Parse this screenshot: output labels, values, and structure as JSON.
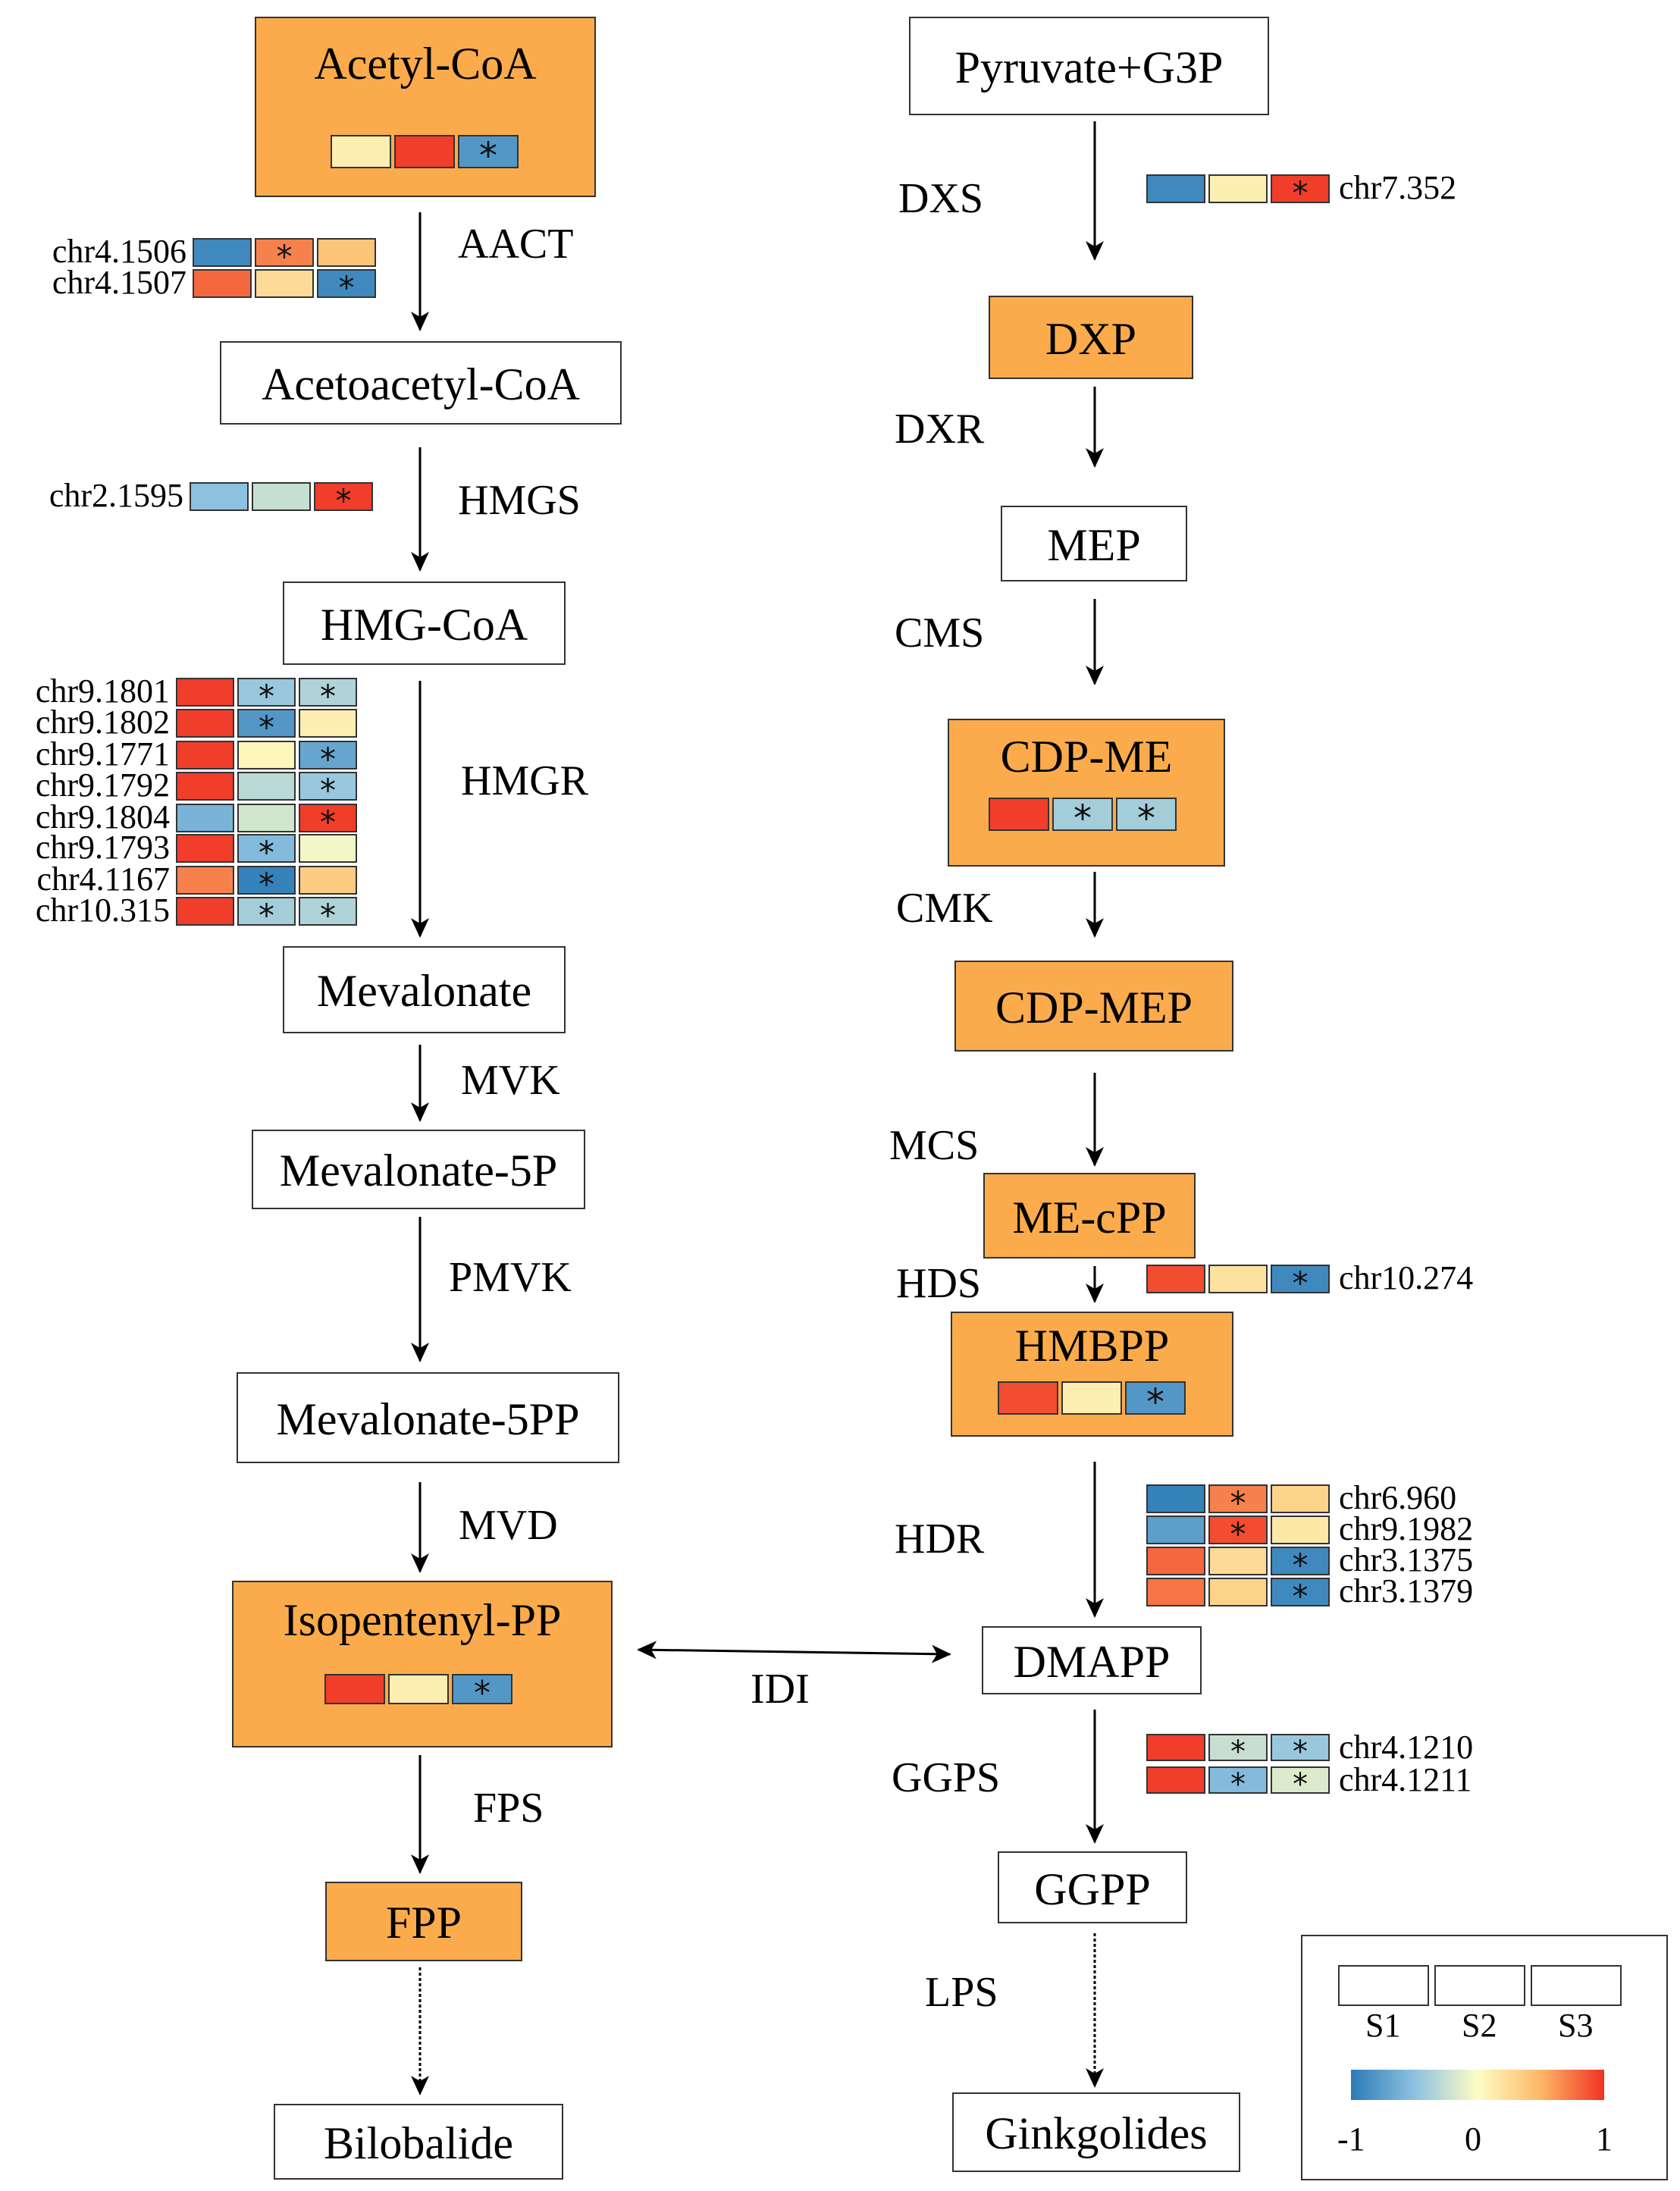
{
  "colors": {
    "highlight_box": "#fbab4b",
    "scale": {
      "-1": "#2c7bb6",
      "-0.5": "#8ec1e0",
      "0": "#fdfdc4",
      "0.5": "#fdb766",
      "1": "#ef3124"
    }
  },
  "nodes": {
    "acetyl_coa": "Acetyl-CoA",
    "acetoacetyl_coa": "Acetoacetyl-CoA",
    "hmg_coa": "HMG-CoA",
    "mevalonate": "Mevalonate",
    "mevalonate_5p": "Mevalonate-5P",
    "mevalonate_5pp": "Mevalonate-5PP",
    "isopentenyl_pp": "Isopentenyl-PP",
    "fpp": "FPP",
    "bilobalide": "Bilobalide",
    "pyruvate_g3p": "Pyruvate+G3P",
    "dxp": "DXP",
    "mep": "MEP",
    "cdp_me": "CDP-ME",
    "cdp_mep": "CDP-MEP",
    "me_cpp": "ME-cPP",
    "hmbpp": "HMBPP",
    "dmapp": "DMAPP",
    "ggpp": "GGPP",
    "ginkgolides": "Ginkgolides"
  },
  "enzymes": {
    "aact": "AACT",
    "hmgs": "HMGS",
    "hmgr": "HMGR",
    "mvk": "MVK",
    "pmvk": "PMVK",
    "mvd": "MVD",
    "fps": "FPS",
    "idi": "IDI",
    "dxs": "DXS",
    "dxr": "DXR",
    "cms": "CMS",
    "cmk": "CMK",
    "mcs": "MCS",
    "hds": "HDS",
    "hdr": "HDR",
    "ggps": "GGPS",
    "lps": "LPS"
  },
  "heatmaps": {
    "acetyl_coa": {
      "label": "",
      "values": [
        0.1,
        0.95,
        -0.8
      ],
      "stars": [
        false,
        false,
        true
      ]
    },
    "cdp_me": {
      "label": "",
      "values": [
        0.95,
        -0.4,
        -0.4
      ],
      "stars": [
        false,
        true,
        true
      ]
    },
    "hmbpp": {
      "label": "",
      "values": [
        0.9,
        0.1,
        -0.8
      ],
      "stars": [
        false,
        false,
        true
      ]
    },
    "ipp": {
      "label": "",
      "values": [
        0.95,
        0.1,
        -0.8
      ],
      "stars": [
        false,
        false,
        true
      ]
    }
  },
  "gene_rows": {
    "aact": [
      {
        "label": "chr4.1506",
        "values": [
          -0.9,
          0.7,
          0.4
        ],
        "stars": [
          false,
          true,
          false
        ]
      },
      {
        "label": "chr4.1507",
        "values": [
          0.8,
          0.25,
          -0.9
        ],
        "stars": [
          false,
          false,
          true
        ]
      }
    ],
    "hmgs": [
      {
        "label": "chr2.1595",
        "values": [
          -0.5,
          -0.25,
          0.95
        ],
        "stars": [
          false,
          false,
          true
        ]
      }
    ],
    "hmgr": [
      {
        "label": "chr9.1801",
        "values": [
          0.95,
          -0.45,
          -0.35
        ],
        "stars": [
          false,
          true,
          true
        ]
      },
      {
        "label": "chr9.1802",
        "values": [
          0.95,
          -0.8,
          0.1
        ],
        "stars": [
          false,
          true,
          false
        ]
      },
      {
        "label": "chr9.1771",
        "values": [
          0.95,
          0.05,
          -0.7
        ],
        "stars": [
          false,
          false,
          true
        ]
      },
      {
        "label": "chr9.1792",
        "values": [
          0.95,
          -0.3,
          -0.45
        ],
        "stars": [
          false,
          false,
          true
        ]
      },
      {
        "label": "chr9.1804",
        "values": [
          -0.6,
          -0.2,
          0.95
        ],
        "stars": [
          false,
          false,
          true
        ]
      },
      {
        "label": "chr9.1793",
        "values": [
          0.95,
          -0.55,
          -0.05
        ],
        "stars": [
          false,
          true,
          false
        ]
      },
      {
        "label": "chr4.1167",
        "values": [
          0.7,
          -0.95,
          0.35
        ],
        "stars": [
          false,
          true,
          false
        ]
      },
      {
        "label": "chr10.315",
        "values": [
          0.95,
          -0.4,
          -0.35
        ],
        "stars": [
          false,
          true,
          true
        ]
      }
    ],
    "dxs": [
      {
        "label": "chr7.352",
        "values": [
          -0.9,
          0.1,
          0.95
        ],
        "stars": [
          false,
          false,
          true
        ]
      }
    ],
    "hds": [
      {
        "label": "chr10.274",
        "values": [
          0.9,
          0.2,
          -0.9
        ],
        "stars": [
          false,
          false,
          true
        ]
      }
    ],
    "hdr": [
      {
        "label": "chr6.960",
        "values": [
          -0.95,
          0.7,
          0.3
        ],
        "stars": [
          false,
          true,
          false
        ]
      },
      {
        "label": "chr9.1982",
        "values": [
          -0.75,
          0.9,
          0.15
        ],
        "stars": [
          false,
          true,
          false
        ]
      },
      {
        "label": "chr3.1375",
        "values": [
          0.8,
          0.25,
          -0.9
        ],
        "stars": [
          false,
          false,
          true
        ]
      },
      {
        "label": "chr3.1379",
        "values": [
          0.75,
          0.3,
          -0.9
        ],
        "stars": [
          false,
          false,
          true
        ]
      }
    ],
    "ggps": [
      {
        "label": "chr4.1210",
        "values": [
          0.95,
          -0.25,
          -0.45
        ],
        "stars": [
          false,
          true,
          true
        ]
      },
      {
        "label": "chr4.1211",
        "values": [
          0.95,
          -0.55,
          -0.15
        ],
        "stars": [
          false,
          true,
          true
        ]
      }
    ]
  },
  "legend": {
    "samples": [
      "S1",
      "S2",
      "S3"
    ],
    "scale_labels": [
      "-1",
      "0",
      "1"
    ]
  }
}
